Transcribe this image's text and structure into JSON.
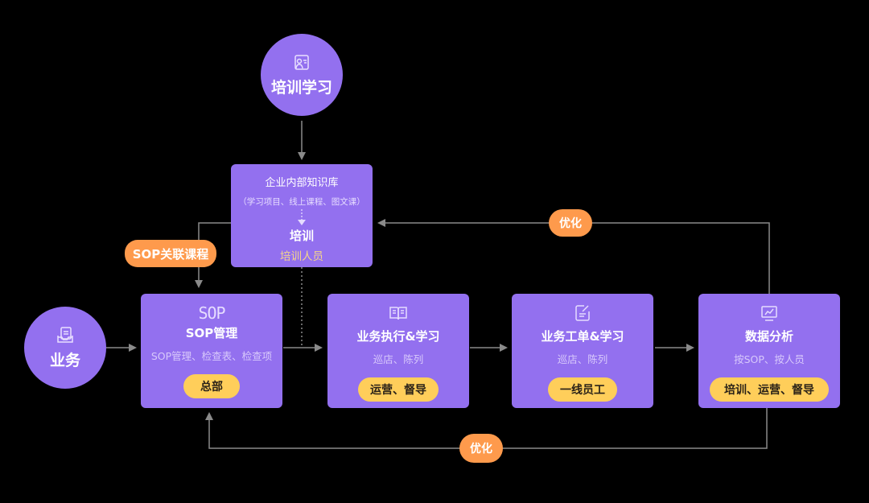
{
  "nodes": {
    "training_circle": {
      "label": "培训学习",
      "icon": "person-board-icon"
    },
    "business_circle": {
      "label": "业务",
      "icon": "document-tray-icon"
    },
    "knowledge_base": {
      "title": "企业内部知识库",
      "subtitle": "（学习项目、线上课程、图文课）",
      "training": "培训",
      "training_people": "培训人员"
    },
    "sop": {
      "icon_text": "SOP",
      "title": "SOP管理",
      "sub": "SOP管理、检查表、检查项",
      "tag": "总部"
    },
    "execution": {
      "title": "业务执行&学习",
      "sub": "巡店、陈列",
      "tag": "运营、督导",
      "icon": "open-book-icon"
    },
    "workorder": {
      "title": "业务工单&学习",
      "sub": "巡店、陈列",
      "tag": "一线员工",
      "icon": "note-edit-icon"
    },
    "analysis": {
      "title": "数据分析",
      "sub": "按SOP、按人员",
      "tag": "培训、运营、督导",
      "icon": "monitor-chart-icon"
    }
  },
  "edge_labels": {
    "sop_course": "SOP关联课程",
    "optimize_top": "优化",
    "optimize_bottom": "优化"
  },
  "colors": {
    "node": "#9370ef",
    "tag_yellow": "#ffce5a",
    "tag_orange": "#fe9a4c",
    "training_people_text": "#f5d58a",
    "line": "#8a8a8a"
  }
}
